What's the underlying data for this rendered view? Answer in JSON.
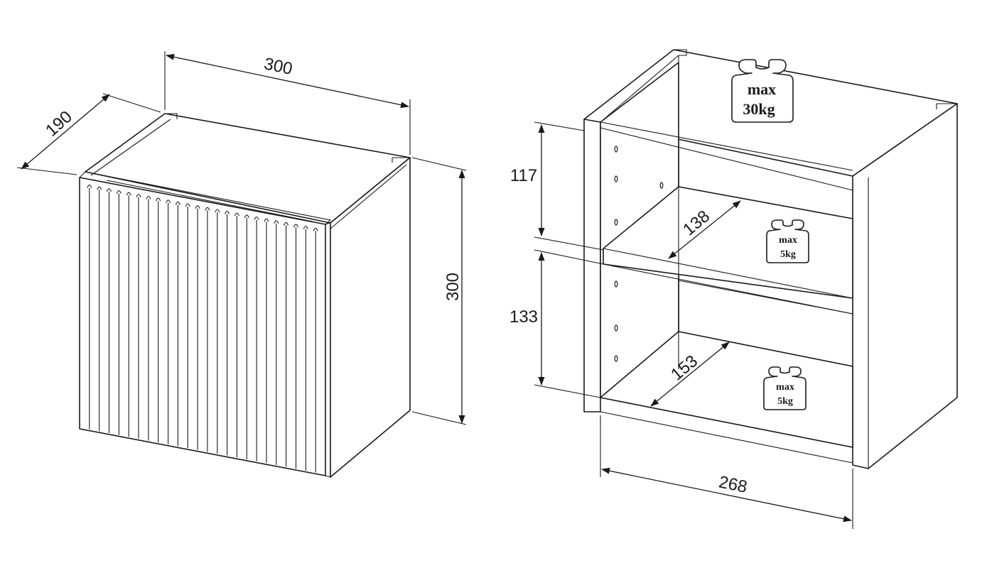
{
  "closed_cabinet": {
    "width_label": "300",
    "depth_label": "190",
    "height_label": "300"
  },
  "open_cabinet": {
    "upper_compartment_height_label": "117",
    "lower_compartment_height_label": "133",
    "upper_shelf_depth_label": "138",
    "lower_shelf_depth_label": "153",
    "inner_width_label": "268"
  },
  "load_badges": {
    "top": {
      "line1": "max",
      "line2": "30kg"
    },
    "upper_shelf": {
      "line1": "max",
      "line2": "5kg"
    },
    "bottom_shelf": {
      "line1": "max",
      "line2": "5kg"
    }
  },
  "colors": {
    "line": "#1a1a1a",
    "background": "#ffffff"
  }
}
